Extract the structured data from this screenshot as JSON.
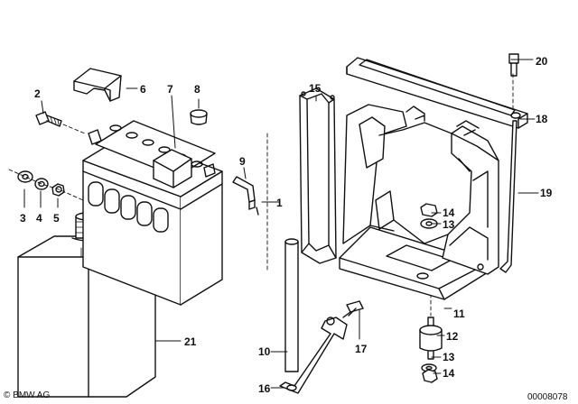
{
  "diagram": {
    "parts": [
      {
        "number": "1",
        "name": "vent-hose"
      },
      {
        "number": "2",
        "name": "bolt"
      },
      {
        "number": "3",
        "name": "washer"
      },
      {
        "number": "4",
        "name": "spring-washer"
      },
      {
        "number": "5",
        "name": "nut"
      },
      {
        "number": "6",
        "name": "terminal-cover"
      },
      {
        "number": "7",
        "name": "battery"
      },
      {
        "number": "8",
        "name": "cap"
      },
      {
        "number": "9",
        "name": "elbow-fitting"
      },
      {
        "number": "10",
        "name": "rod"
      },
      {
        "number": "11",
        "name": "battery-carrier"
      },
      {
        "number": "12",
        "name": "rubber-mount"
      },
      {
        "number": "13",
        "name": "washer"
      },
      {
        "number": "14",
        "name": "nut"
      },
      {
        "number": "15",
        "name": "strap-bracket"
      },
      {
        "number": "16",
        "name": "bracket"
      },
      {
        "number": "17",
        "name": "screw"
      },
      {
        "number": "18",
        "name": "retaining-strap"
      },
      {
        "number": "19",
        "name": "tie-rod"
      },
      {
        "number": "20",
        "name": "screw"
      },
      {
        "number": "21",
        "name": "acid-container"
      }
    ],
    "labels": {
      "l1": "1",
      "l2": "2",
      "l3": "3",
      "l4": "4",
      "l5": "5",
      "l6": "6",
      "l7": "7",
      "l8": "8",
      "l9": "9",
      "l10": "10",
      "l11": "11",
      "l12": "12",
      "l13a": "13",
      "l13b": "13",
      "l14a": "14",
      "l14b": "14",
      "l15": "15",
      "l16": "16",
      "l17": "17",
      "l18": "18",
      "l19": "19",
      "l20": "20",
      "l21": "21"
    },
    "copyright": "© BMW AG",
    "drawing_number": "00008078",
    "colors": {
      "line": "#111111",
      "background": "#ffffff"
    }
  }
}
